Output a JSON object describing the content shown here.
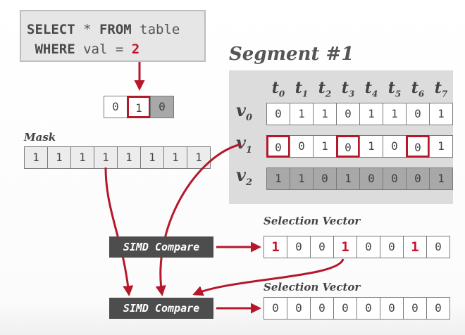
{
  "query": {
    "line1_kw1": "SELECT",
    "line1_rest": " * ",
    "line1_kw2": "FROM",
    "line1_rest2": " table",
    "line2_kw": " WHERE",
    "line2_rest": " val = ",
    "line2_value": "2"
  },
  "encoded_value": [
    "0",
    "1",
    "0"
  ],
  "segment": {
    "title": "Segment #1",
    "columns": [
      "t",
      "t",
      "t",
      "t",
      "t",
      "t",
      "t",
      "t"
    ],
    "column_subs": [
      "0",
      "1",
      "2",
      "3",
      "4",
      "5",
      "6",
      "7"
    ],
    "rows": [
      {
        "label": "v",
        "sub": "0",
        "bits": [
          "0",
          "1",
          "1",
          "0",
          "1",
          "1",
          "0",
          "1"
        ]
      },
      {
        "label": "v",
        "sub": "1",
        "bits": [
          "0",
          "0",
          "1",
          "0",
          "1",
          "0",
          "0",
          "1"
        ]
      },
      {
        "label": "v",
        "sub": "2",
        "bits": [
          "1",
          "1",
          "0",
          "1",
          "0",
          "0",
          "0",
          "1"
        ]
      }
    ]
  },
  "mask": {
    "caption": "Mask",
    "bits": [
      "1",
      "1",
      "1",
      "1",
      "1",
      "1",
      "1",
      "1"
    ]
  },
  "selection1": {
    "caption": "Selection Vector",
    "bits": [
      "1",
      "0",
      "0",
      "1",
      "0",
      "0",
      "1",
      "0"
    ]
  },
  "selection2": {
    "caption": "Selection Vector",
    "bits": [
      "0",
      "0",
      "0",
      "0",
      "0",
      "0",
      "0",
      "0"
    ]
  },
  "simd1_label": "SIMD Compare",
  "simd2_label": "SIMD Compare",
  "colors": {
    "accent": "#b5172b",
    "dark_box": "#4d4d4d",
    "panel": "#dcdcdc"
  }
}
